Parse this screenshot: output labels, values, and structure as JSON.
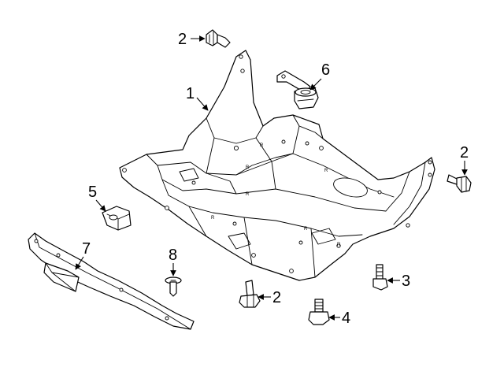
{
  "callouts": [
    {
      "id": "p2a",
      "label": "2"
    },
    {
      "id": "p6",
      "label": "6"
    },
    {
      "id": "p1",
      "label": "1"
    },
    {
      "id": "p2b",
      "label": "2"
    },
    {
      "id": "p5",
      "label": "5"
    },
    {
      "id": "p7",
      "label": "7"
    },
    {
      "id": "p8",
      "label": "8"
    },
    {
      "id": "p3",
      "label": "3"
    },
    {
      "id": "p2c",
      "label": "2"
    },
    {
      "id": "p4",
      "label": "4"
    }
  ],
  "shield_mark": "R"
}
